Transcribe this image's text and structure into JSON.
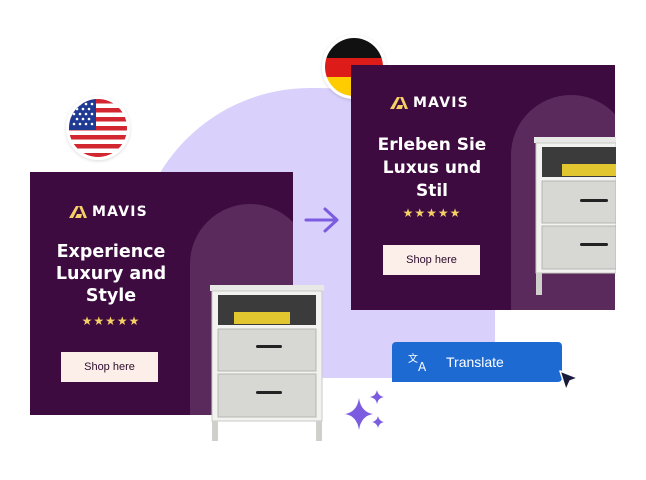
{
  "ads": {
    "english": {
      "brand": "MAVIS",
      "headline_line1": "Experience",
      "headline_line2": "Luxury and",
      "headline_line3": "Style",
      "stars": "★★★★★",
      "button": "Shop here"
    },
    "german": {
      "brand": "MAVIS",
      "headline_line1": "Erleben Sie",
      "headline_line2": "Luxus und",
      "headline_line3": "Stil",
      "stars": "★★★★★",
      "button": "Shop here"
    }
  },
  "translate": {
    "label": "Translate"
  },
  "icons": {
    "source_flag": "us-flag-icon",
    "target_flag": "germany-flag-icon",
    "arrow": "arrow-right-icon",
    "translate": "translate-icon",
    "cursor": "cursor-icon",
    "sparkle": "sparkle-icon"
  },
  "colors": {
    "ad_background": "#3d0b3f",
    "ad_arch": "#5a2a5c",
    "blob": "#d9d0fb",
    "translate_button": "#1e6ad3",
    "stars": "#f5d066",
    "logo_mark": "#f5d066",
    "accent_purple": "#7b5ce0"
  }
}
